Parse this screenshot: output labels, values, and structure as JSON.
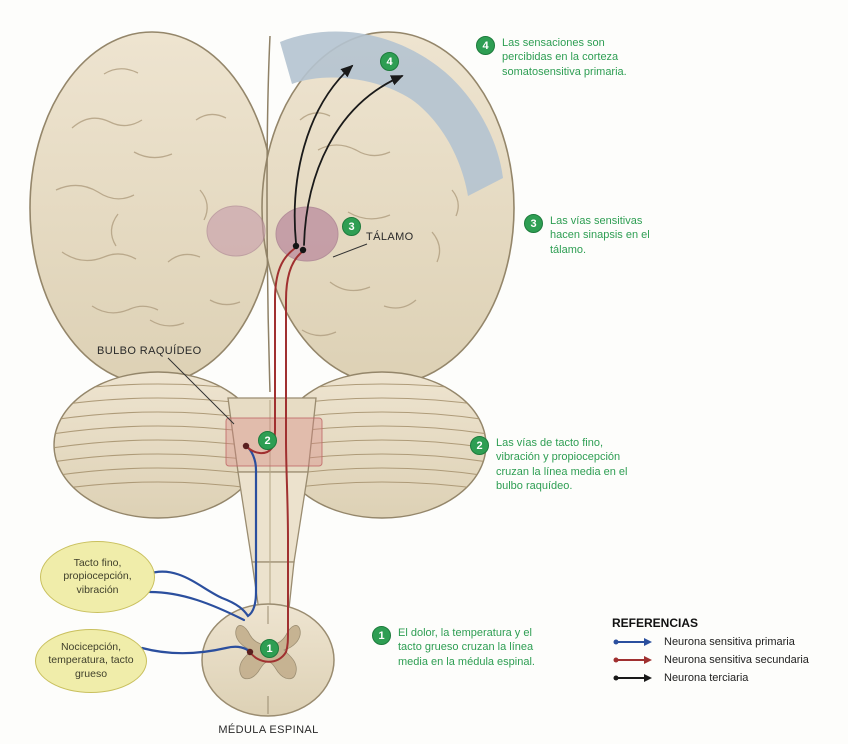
{
  "labels": {
    "talamo": "TÁLAMO",
    "bulbo": "BULBO RAQUÍDEO",
    "medula": "MÉDULA ESPINAL"
  },
  "stimuli": [
    {
      "text": "Tacto fino, propiocepción, vibración"
    },
    {
      "text": "Nocicepción, temperatura, tacto grueso"
    }
  ],
  "steps": [
    {
      "num": "1",
      "text": "El dolor, la temperatura y el tacto grueso cruzan la línea media en la médula espinal."
    },
    {
      "num": "2",
      "text": "Las vías de tacto fino, vibración y propiocepción cruzan la línea media en el bulbo raquídeo."
    },
    {
      "num": "3",
      "text": "Las vías sensitivas hacen sinapsis en el tálamo."
    },
    {
      "num": "4",
      "text": "Las sensaciones son percibidas en la corteza somatosensitiva primaria."
    }
  ],
  "legend": {
    "title": "REFERENCIAS",
    "items": [
      {
        "label": "Neurona sensitiva primaria",
        "color": "#2b4f9e"
      },
      {
        "label": "Neurona sensitiva secundaria",
        "color": "#a03030"
      },
      {
        "label": "Neurona terciaria",
        "color": "#1a1a1a"
      }
    ]
  },
  "colors": {
    "brain_fill": "#e9dfca",
    "brain_outline": "#94866a",
    "cortex_highlight": "#b4c3d0",
    "thalamus": "#c095a6",
    "bulbo_box": "#d68282",
    "oval_fill": "#f0edaa",
    "step_green": "#2e9e53",
    "primary_blue": "#2b4f9e",
    "secondary_red": "#a03030",
    "tertiary_black": "#1a1a1a"
  }
}
